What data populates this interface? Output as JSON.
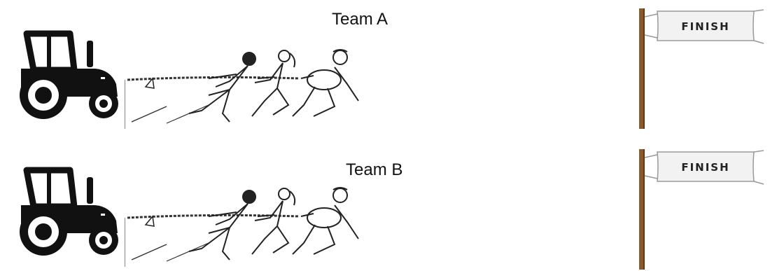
{
  "rows": [
    {
      "team_label": "Team A",
      "goal_sign": "FINISH"
    },
    {
      "team_label": "Team B",
      "goal_sign": "FINISH"
    }
  ],
  "icons": {
    "vehicle": "tractor-icon",
    "people": "tug-of-war-figures",
    "goal": "finish-banner-icon"
  },
  "colors": {
    "tractor": "#111111",
    "post": "#8b5a2b",
    "banner": "#f2f2f2"
  }
}
